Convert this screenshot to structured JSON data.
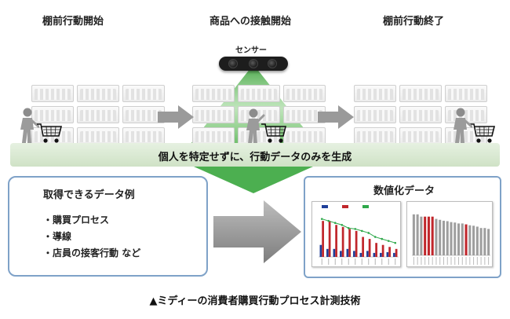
{
  "stages": {
    "start": "棚前行動開始",
    "contact": "商品への接触開始",
    "end": "棚前行動終了"
  },
  "sensor": {
    "label": "センサー"
  },
  "band": {
    "text": "個人を特定せずに、行動データのみを生成"
  },
  "info": {
    "title": "取得できるデータ例",
    "items": [
      "購買プロセス",
      "導線",
      "店員の接客行動 など"
    ]
  },
  "data_panel": {
    "title": "数値化データ"
  },
  "caption": "▲ミディーの消費者購買行動プロセス計測技術",
  "colors": {
    "green_beam": "#4caf50",
    "band_green": "#d6e8cf",
    "box_border": "#7fa2c8",
    "arrow_gray": "#9a9a9a"
  },
  "icons": [
    "shopper-icon",
    "shopping-cart-icon",
    "sensor-icon",
    "arrow-right-icon"
  ],
  "chart_data": [
    {
      "type": "bar",
      "series": [
        {
          "name": "",
          "color": "#1f3f99",
          "values": [
            3,
            2,
            2,
            1.5,
            2,
            1.5,
            1,
            1.5,
            1,
            1,
            1.2,
            1
          ]
        },
        {
          "name": "",
          "color": "#c0262b",
          "values": [
            9,
            9,
            8,
            7.5,
            7,
            6.5,
            5,
            4.5,
            3.5,
            3,
            2.5,
            2
          ]
        },
        {
          "name": "",
          "color": "#2ea84a",
          "type": "line",
          "values": [
            9.5,
            9,
            8.5,
            8,
            7.2,
            7,
            6.5,
            6,
            5,
            4.5,
            4,
            3.5
          ]
        }
      ],
      "ylim": [
        0,
        11
      ]
    },
    {
      "type": "bar",
      "values": [
        9,
        9,
        8.5,
        8.5,
        8.5,
        8.5,
        8,
        7.8,
        7.6,
        7.5,
        7.3,
        7.2,
        7,
        7,
        6.8,
        6.6,
        6.5,
        6.3,
        6,
        6,
        5.8
      ],
      "highlight_indices": [
        3,
        4,
        5,
        14
      ],
      "colors": {
        "base": "#9e9e9e",
        "highlight": "#c0262b"
      },
      "ylim": [
        0,
        10
      ]
    }
  ]
}
